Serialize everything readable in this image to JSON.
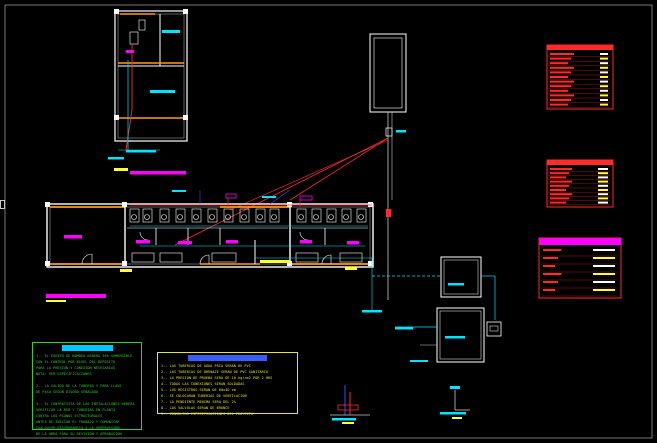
{
  "drawing": {
    "background": "#000000",
    "colors": {
      "wall": "#ffffff",
      "wall_inner": "#c8c8c8",
      "orange": "#ff9a1a",
      "red": "#ff2a2a",
      "cyan": "#00e5ff",
      "magenta": "#ff00ff",
      "yellow": "#ffff2a",
      "green": "#2fd12f",
      "blue": "#3050ff"
    },
    "icons": [
      "toilet-fixture",
      "door-swing",
      "section-marker",
      "pipe-riser"
    ]
  },
  "tables": [
    {
      "rows": 12
    },
    {
      "rows": 9
    },
    {
      "rows": 6
    }
  ],
  "notes_left": {
    "title": "",
    "lines": [
      "1.- EL EQUIPO DE BOMBEO DEBERA SER SUMERGIBLE",
      "     CON EL CONTROL POR NIVEL DEL DEPOSITO",
      "     PARA LA PRESION Y CONEXION NECESARIAS",
      "     NOTA: VER ESPECIFICACIONES",
      "",
      "2.- LA SALIDA DE LA TUBERIA Y PARA LLAVE",
      "     DE PASO SEGUN DISEÑO SEÑALADO",
      "",
      "3.- EL CONTRATISTA DE LAS INSTALACIONES DEBERA",
      "     VERIFICAR LA RED Y TUBERIAS EN PLANTA",
      "     CONTRA LOS PLANOS ESTRUCTURALES",
      "     ANTES DE INICIAR EL TRABAJO Y COMUNICAR",
      "     CUALQUIER DISCREPANCIA A LA SUPERVISION",
      "     DE LA OBRA PARA SU REVISION Y APROBACION"
    ]
  },
  "notes_right": {
    "title": "",
    "lines": [
      "1.- LAS TUBERIAS DE AGUA FRIA SERAN DE PVC",
      "2.- LAS TUBERIAS DE DRENAJE SERAN DE PVC SANITARIO",
      "3.- LA PRESION DE PRUEBA SERA DE 10 kg/cm2 POR 2 HRS",
      "4.- TODAS LAS CONEXIONES SERAN SOLDADAS",
      "5.- LOS REGISTROS SERAN DE 60x40 cm",
      "6.- SE COLOCARAN TUBERIAS DE VENTILACION",
      "7.- LA PENDIENTE MINIMA SERA DEL 2%",
      "8.- LAS VALVULAS SERAN DE BRONCE",
      "9.- CONSULTAR ESPECIFICACIONES DEL PROYECTO"
    ]
  }
}
